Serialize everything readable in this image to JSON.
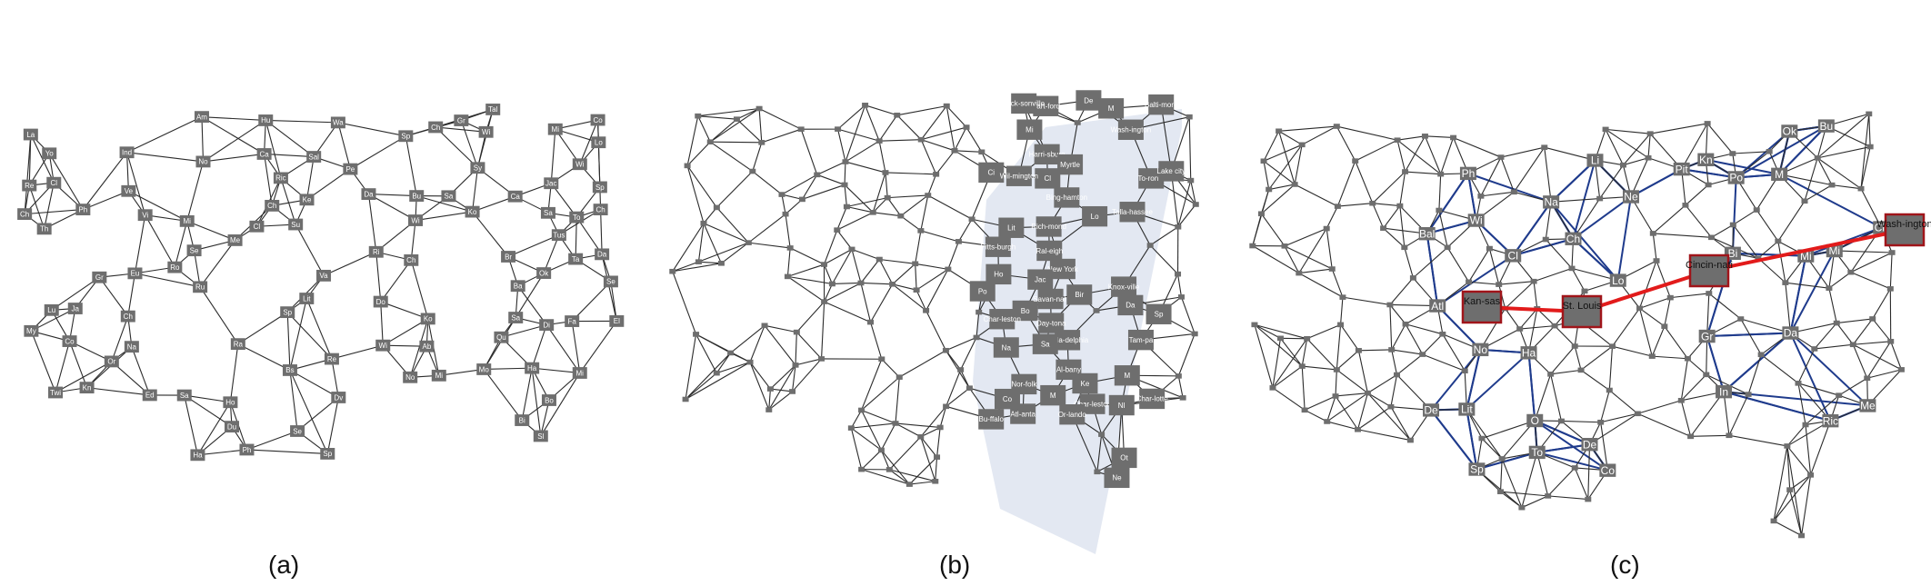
{
  "captions": {
    "a": "(a)",
    "b": "(b)",
    "c": "(c)"
  },
  "colors": {
    "node": "#6e6e6e",
    "edge": "#2b2b2b",
    "highlight_edge": "#1f3b8c",
    "path_edge": "#e21b1b",
    "path_node_border": "#a0151a",
    "focus_region": "#e3e8f2"
  },
  "panel_a": {
    "labels": [
      "Ed",
      "Ve",
      "Ca",
      "Se",
      "Se",
      "Sp",
      "Re",
      "Wi",
      "Ko",
      "Th",
      "Qu",
      "Sa",
      "Ha",
      "Ch",
      "Sy",
      "Eu",
      "Vi",
      "Sp",
      "Hu",
      "Mi",
      "Gr",
      "Du",
      "Se",
      "Cl",
      "Ri",
      "Bo",
      "Di",
      "Bs",
      "Do",
      "Ra",
      "Pe",
      "Mi",
      "Sl",
      "Ch",
      "Gr",
      "Cl",
      "To",
      "Bu",
      "Wa",
      "Ph",
      "Ha",
      "Ba",
      "Sa",
      "Twi",
      "Sal",
      "Ch",
      "Dv",
      "Ca",
      "Co",
      "Ko",
      "Mi",
      "Ch",
      "Ind",
      "Lo",
      "Co",
      "Ph",
      "Va",
      "Ric",
      "No",
      "Wi",
      "Re",
      "Yo",
      "La",
      "Su",
      "Ro",
      "Fa",
      "Sp",
      "Am",
      "Ab",
      "Wi",
      "Ok",
      "Sp",
      "Lit",
      "Me",
      "Na",
      "Kn",
      "Ch",
      "Wi",
      "My",
      "Ch",
      "Sa",
      "Ru",
      "Tus",
      "No",
      "El",
      "Da",
      "Bi",
      "Ja",
      "Mo",
      "Ta",
      "Jac",
      "Da",
      "Sa",
      "Ho",
      "Or",
      "Mi",
      "Ke",
      "Lu",
      "Br",
      "Tal"
    ]
  },
  "panel_b": {
    "labels": [
      "M",
      "Po",
      "Ot",
      "Al-bany",
      "Bo",
      "Hart-ford",
      "To-ronto",
      "Bu-ffalo",
      "Bing-hamton",
      "New York",
      "Pitts-burgh",
      "Phila-delphia",
      "Harri-sburg",
      "Balti-more",
      "Mi",
      "De",
      "Cl",
      "Co",
      "Char-leston",
      "Wash-ington",
      "Rich-mond",
      "Nor-folk",
      "Lo",
      "Ci",
      "Knox-ville",
      "Char-lotte",
      "Ral-eigh",
      "Wil-mington",
      "Myrtle",
      "Char-leston",
      "Atl-anta",
      "Savan-nah",
      "Jack-sonville",
      "Talla-hassee",
      "Lake city",
      "Day-tona",
      "Or-lando",
      "Tam-pa",
      "M",
      "Ke",
      "Sp",
      "Lit",
      "Ne",
      "Na",
      "Da",
      "Ho",
      "Jac",
      "Bir",
      "M",
      "NI",
      "Sa"
    ]
  },
  "panel_c": {
    "path_labels": [
      "Kan-sas",
      "St. Louis",
      "Cincin-nati",
      "Wash-ington"
    ],
    "labels": [
      "Mi",
      "M",
      "Mi",
      "Ch",
      "Gr",
      "De",
      "Bu",
      "Bi",
      "Po",
      "Ne",
      "Ha",
      "Ph",
      "Bal",
      "O",
      "De",
      "To",
      "Li",
      "Wi",
      "In",
      "Co",
      "Pit",
      "Cl",
      "Ch",
      "Ric",
      "No",
      "Lo",
      "Sp",
      "Ok",
      "Da",
      "Lit",
      "Me",
      "Na",
      "Kn",
      "Atl"
    ]
  }
}
